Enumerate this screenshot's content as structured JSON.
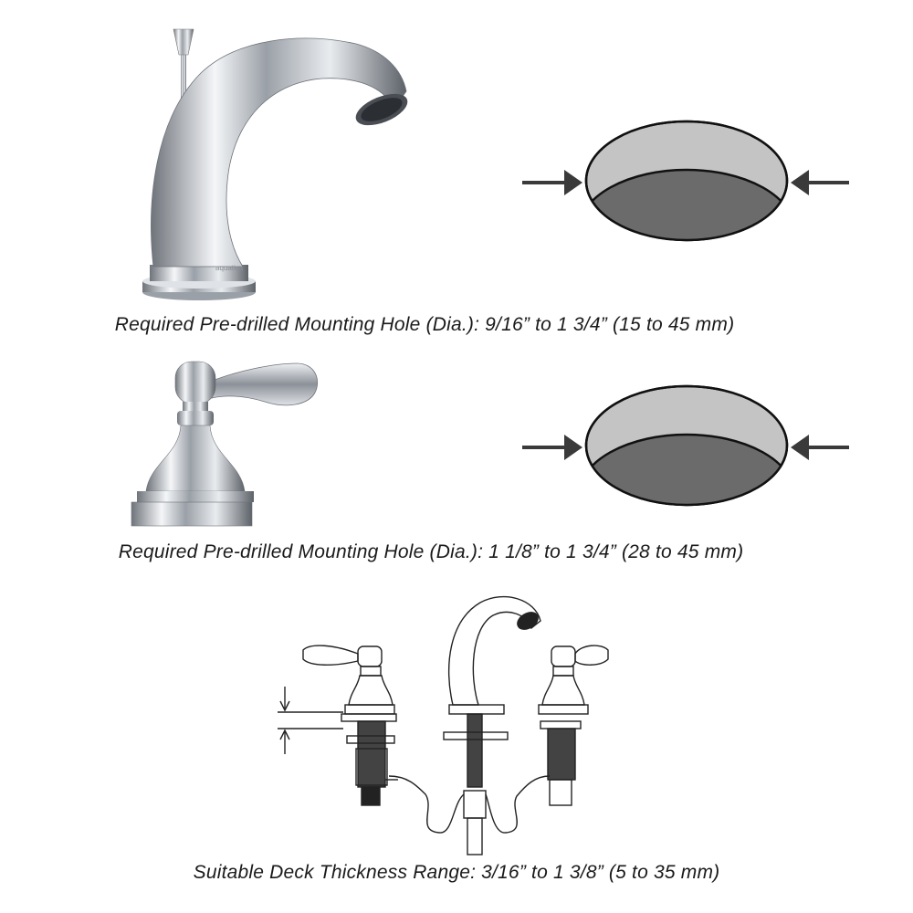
{
  "spout": {
    "brand_text": "aquatica",
    "caption": "Required Pre-drilled Mounting Hole (Dia.): 9/16” to 1 3/4” (15 to 45 mm)"
  },
  "handle": {
    "caption": "Required Pre-drilled Mounting Hole (Dia.): 1 1/8” to 1 3/4” (28 to 45 mm)"
  },
  "deck": {
    "caption": "Suitable Deck Thickness Range: 3/16” to 1 3/8” (5 to 35 mm)"
  },
  "colors": {
    "hole_rim": "#c4c4c4",
    "hole_inner": "#6b6b6b",
    "arrow": "#3a3a3a",
    "chrome": "#b8bcc2"
  }
}
